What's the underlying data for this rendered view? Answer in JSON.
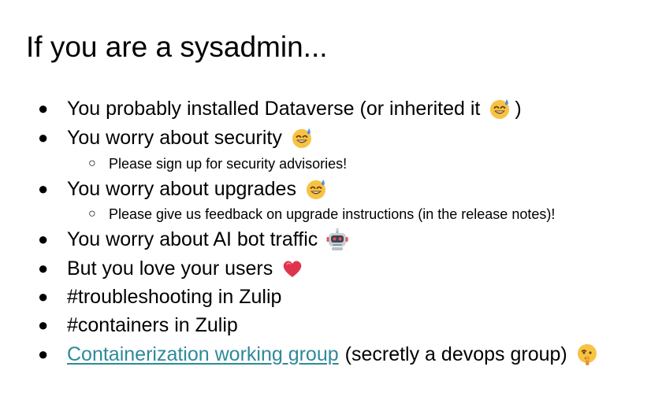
{
  "slide": {
    "title": "If you are a sysadmin...",
    "bullet_glyph": "●",
    "sub_bullet_glyph": "○",
    "items": [
      {
        "text": "You probably installed Dataverse (or inherited it",
        "emoji": "sweat-smile-emoji",
        "trailing": ")"
      },
      {
        "text": "You worry about security",
        "emoji": "sweat-smile-emoji"
      },
      {
        "text": "Please sign up for security advisories!"
      },
      {
        "text": "You worry about upgrades",
        "emoji": "sweat-smile-emoji"
      },
      {
        "text": "Please give us feedback on upgrade instructions (in the release notes)!"
      },
      {
        "text": "You worry about AI bot traffic",
        "emoji": "robot-emoji"
      },
      {
        "text": "But you love your users",
        "emoji": "red-heart-emoji"
      },
      {
        "text": "#troubleshooting in Zulip"
      },
      {
        "text": "#containers in Zulip"
      },
      {
        "link_text": "Containerization working group",
        "text": "(secretly a devops group)",
        "emoji": "shushing-face-emoji"
      }
    ]
  },
  "colors": {
    "text": "#000000",
    "link": "#2e8a99",
    "background": "#ffffff"
  }
}
